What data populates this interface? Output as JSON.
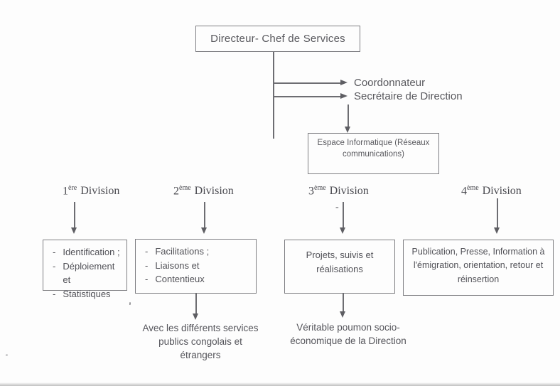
{
  "diagram": {
    "root_box": "Directeur- Chef de Services",
    "staff": [
      {
        "label": "Coordonnateur"
      },
      {
        "label": "Secrétaire de Direction"
      }
    ],
    "it_box": "Espace Informatique (Réseaux communications)",
    "glyphs": {
      "dash": "-",
      "stray_dash": "-"
    },
    "divisions": [
      {
        "num": "1",
        "sup": "ère",
        "name": "Division",
        "items": [
          "Identification ;",
          "Déploiement et",
          "Statistiques"
        ]
      },
      {
        "num": "2",
        "sup": "ème",
        "name": "Division",
        "items": [
          "Facilitations ;",
          "Liaisons et",
          "Contentieux"
        ],
        "note": "Avec les différents services publics congolais et étrangers"
      },
      {
        "num": "3",
        "sup": "ème",
        "name": "Division",
        "text": "Projets, suivis et réalisations",
        "note": "Véritable poumon socio-économique de la Direction"
      },
      {
        "num": "4",
        "sup": "ème",
        "name": "Division",
        "text": "Publication, Presse, Information à l'émigration, orientation, retour et réinsertion"
      }
    ]
  },
  "colors": {
    "ink": "#54545a",
    "line": "#6d6d72",
    "border": "#7e7e82",
    "paper": "#fdfdfd"
  }
}
